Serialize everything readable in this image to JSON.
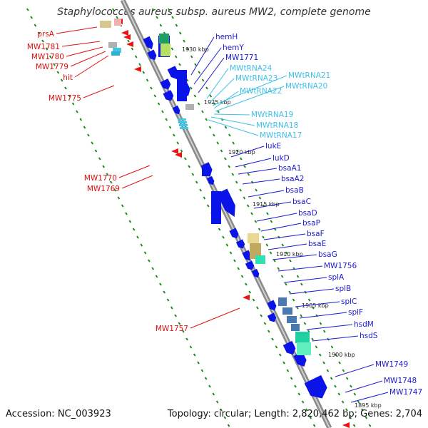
{
  "title": "Staphylococcus aureus subsp. aureus MW2, complete genome",
  "footer": {
    "accession": "Accession: NC_003923",
    "stats": "Topology: circular; Length: 2,820,462 bp; Genes: 2,704"
  },
  "colors": {
    "cds": "#0a14e8",
    "trna": "#40c8e8",
    "label_blue": "#1a1ad0",
    "label_cyan": "#40c0e8",
    "label_red": "#e01010",
    "reverse_gene": "#ee1111",
    "backbone": "#8a8a8a",
    "ticks": "#1a8a1a"
  },
  "scale_labels": [
    "1930 kbp",
    "1925 kbp",
    "1920 kbp",
    "1915 kbp",
    "1910 kbp",
    "1905 kbp",
    "1900 kbp",
    "1895 kbp"
  ],
  "forward_labels": [
    {
      "name": "hemH",
      "color": "blue"
    },
    {
      "name": "hemY",
      "color": "blue"
    },
    {
      "name": "MW1771",
      "color": "blue"
    },
    {
      "name": "MWtRNA24",
      "color": "cyan"
    },
    {
      "name": "MWtRNA23",
      "color": "cyan"
    },
    {
      "name": "MWtRNA21",
      "color": "cyan"
    },
    {
      "name": "MWtRNA22",
      "color": "cyan"
    },
    {
      "name": "MWtRNA20",
      "color": "cyan"
    },
    {
      "name": "MWtRNA19",
      "color": "cyan"
    },
    {
      "name": "MWtRNA18",
      "color": "cyan"
    },
    {
      "name": "MWtRNA17",
      "color": "cyan"
    },
    {
      "name": "lukE",
      "color": "blue"
    },
    {
      "name": "lukD",
      "color": "blue"
    },
    {
      "name": "bsaA1",
      "color": "blue"
    },
    {
      "name": "bsaA2",
      "color": "blue"
    },
    {
      "name": "bsaB",
      "color": "blue"
    },
    {
      "name": "bsaC",
      "color": "blue"
    },
    {
      "name": "bsaD",
      "color": "blue"
    },
    {
      "name": "bsaP",
      "color": "blue"
    },
    {
      "name": "bsaF",
      "color": "blue"
    },
    {
      "name": "bsaE",
      "color": "blue"
    },
    {
      "name": "bsaG",
      "color": "blue"
    },
    {
      "name": "MW1756",
      "color": "blue"
    },
    {
      "name": "splA",
      "color": "blue"
    },
    {
      "name": "splB",
      "color": "blue"
    },
    {
      "name": "splC",
      "color": "blue"
    },
    {
      "name": "splF",
      "color": "blue"
    },
    {
      "name": "hsdM",
      "color": "blue"
    },
    {
      "name": "hsdS",
      "color": "blue"
    },
    {
      "name": "MW1749",
      "color": "blue"
    },
    {
      "name": "MW1748",
      "color": "blue"
    },
    {
      "name": "MW1747",
      "color": "blue"
    }
  ],
  "reverse_labels": [
    {
      "name": "prsA"
    },
    {
      "name": "MW1781"
    },
    {
      "name": "MW1780"
    },
    {
      "name": "MW1779"
    },
    {
      "name": "hit"
    },
    {
      "name": "MW1775"
    },
    {
      "name": "MW1770"
    },
    {
      "name": "MW1769"
    },
    {
      "name": "MW1757"
    }
  ]
}
